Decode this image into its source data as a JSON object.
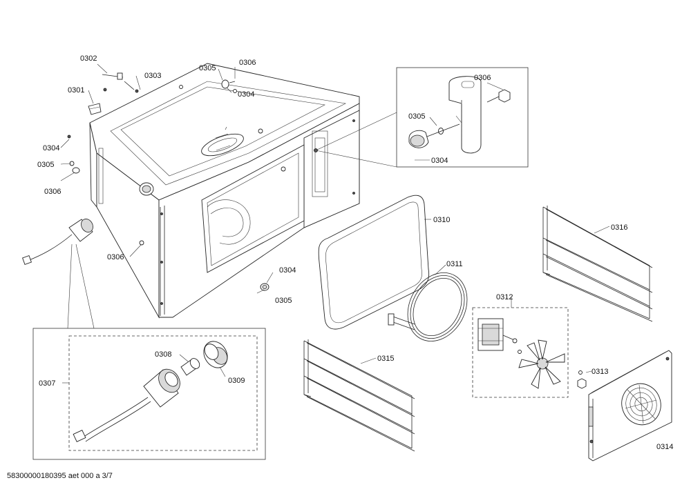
{
  "labels": {
    "p0301": "0301",
    "p0302": "0302",
    "p0303": "0303",
    "p0304_top": "0304",
    "p0305_top": "0305",
    "p0306_top": "0306",
    "p0304_left": "0304",
    "p0305_left": "0305",
    "p0306_left": "0306",
    "p0306_inset": "0306",
    "p0305_inset": "0305",
    "p0304_inset": "0304",
    "p0306_bottom": "0306",
    "p0304_mid": "0304",
    "p0305_mid": "0305",
    "p0310": "0310",
    "p0311": "0311",
    "p0312": "0312",
    "p0313": "0313",
    "p0314": "0314",
    "p0315": "0315",
    "p0316": "0316",
    "p0307": "0307",
    "p0308": "0308",
    "p0309": "0309"
  },
  "footer": "58300000180395 aet 000 a 3/7"
}
